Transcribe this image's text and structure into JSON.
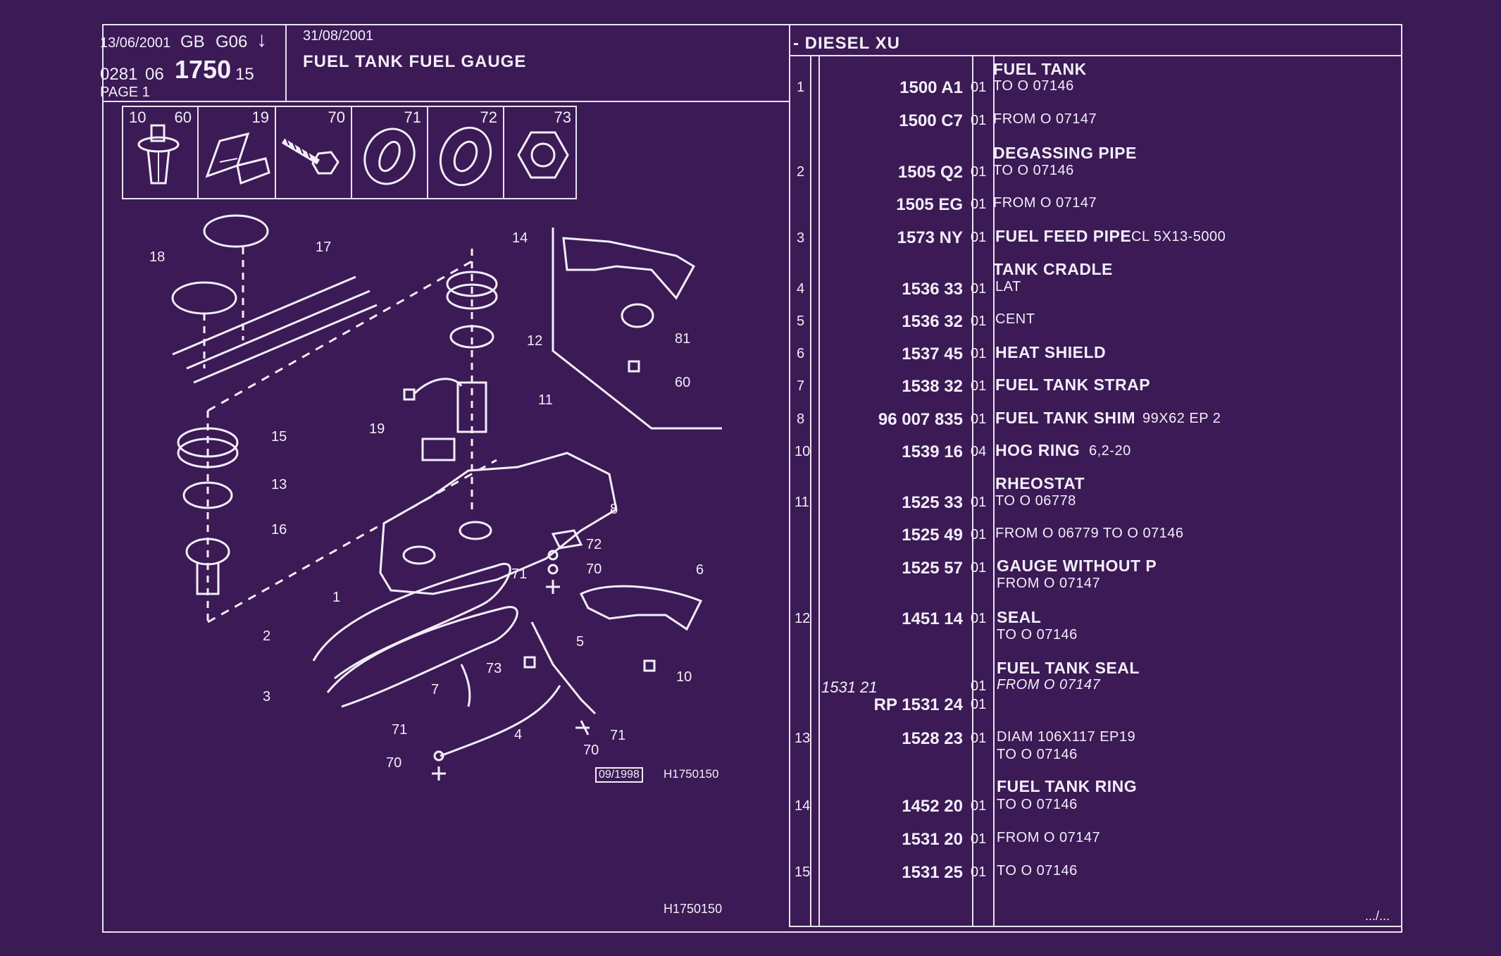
{
  "header": {
    "date1": "13/06/2001",
    "lang": "GB",
    "group": "G06",
    "arrow": "↓",
    "code_a": "0281",
    "code_b": "06",
    "plate": "1750",
    "code_c": "15",
    "page": "PAGE  1",
    "date2": "31/08/2001",
    "title": "FUEL TANK FUEL GAUGE",
    "section": "- DIESEL XU"
  },
  "icons": [
    {
      "label": "10",
      "label2": "60",
      "icon": "push-rivet-icon"
    },
    {
      "label": "19",
      "icon": "clip-icon"
    },
    {
      "label": "70",
      "icon": "screw-icon"
    },
    {
      "label": "71",
      "icon": "washer-icon"
    },
    {
      "label": "72",
      "icon": "washer-icon"
    },
    {
      "label": "73",
      "icon": "nut-icon"
    }
  ],
  "diagram_labels": [
    "17",
    "18",
    "14",
    "12",
    "81",
    "60",
    "11",
    "19",
    "15",
    "13",
    "16",
    "8",
    "72",
    "71",
    "70",
    "6",
    "1",
    "2",
    "3",
    "5",
    "73",
    "7",
    "10",
    "4",
    "71",
    "70",
    "71",
    "70"
  ],
  "diagram_stamp": "09/1998",
  "diagram_code": "H1750150",
  "footer_code": "H1750150",
  "footer_more": ".../...",
  "rows": [
    {
      "item": "1",
      "ref": "1500 A1",
      "qty": "01",
      "title": "FUEL TANK",
      "note": "TO  O  07146"
    },
    {
      "item": "",
      "ref": "1500 C7",
      "qty": "01",
      "title": "",
      "note": "FROM  O  07147"
    },
    {
      "item": "2",
      "ref": "1505 Q2",
      "qty": "01",
      "title": "DEGASSING PIPE",
      "note": "TO  O  07146"
    },
    {
      "item": "",
      "ref": "1505 EG",
      "qty": "01",
      "title": "",
      "note": "FROM  O  07147"
    },
    {
      "item": "3",
      "ref": "1573 NY",
      "qty": "01",
      "title": "FUEL FEED PIPE",
      "note": "CL 5X13-5000"
    },
    {
      "item": "4",
      "ref": "1536 33",
      "qty": "01",
      "title": "TANK CRADLE",
      "note": "LAT"
    },
    {
      "item": "5",
      "ref": "1536 32",
      "qty": "01",
      "title": "",
      "note": "CENT"
    },
    {
      "item": "6",
      "ref": "1537 45",
      "qty": "01",
      "title": "HEAT SHIELD",
      "note": ""
    },
    {
      "item": "7",
      "ref": "1538 32",
      "qty": "01",
      "title": "FUEL TANK STRAP",
      "note": ""
    },
    {
      "item": "8",
      "ref": "96 007 835",
      "qty": "01",
      "title": "FUEL TANK SHIM",
      "note": "99X62 EP 2"
    },
    {
      "item": "10",
      "ref": "1539 16",
      "qty": "04",
      "title": "HOG RING",
      "note": "6,2-20"
    },
    {
      "item": "11",
      "ref": "1525 33",
      "qty": "01",
      "title": "RHEOSTAT",
      "note": "TO  O  06778"
    },
    {
      "item": "",
      "ref": "1525 49",
      "qty": "01",
      "title": "",
      "note": "FROM  O  06779  TO  O  07146"
    },
    {
      "item": "",
      "ref": "1525 57",
      "qty": "01",
      "title": "GAUGE WITHOUT P",
      "note": "FROM  O  07147"
    },
    {
      "item": "12",
      "ref": "1451 14",
      "qty": "01",
      "title": "SEAL",
      "note": "TO  O  07146"
    },
    {
      "item": "",
      "ref": "1531 21",
      "qty": "01",
      "title": "FUEL TANK SEAL",
      "note": "FROM  O  07147"
    },
    {
      "item": "",
      "ref": "RP  1531 24",
      "qty": "01",
      "title": "",
      "note": ""
    },
    {
      "item": "13",
      "ref": "1528 23",
      "qty": "01",
      "title": "",
      "note": "DIAM 106X117 EP19"
    },
    {
      "item": "",
      "ref": "",
      "qty": "",
      "title": "",
      "note": "TO  O  07146"
    },
    {
      "item": "14",
      "ref": "1452 20",
      "qty": "01",
      "title": "FUEL TANK RING",
      "note": "TO  O  07146"
    },
    {
      "item": "",
      "ref": "1531 20",
      "qty": "01",
      "title": "",
      "note": "FROM  O  07147"
    },
    {
      "item": "15",
      "ref": "1531 25",
      "qty": "01",
      "title": "",
      "note": "TO  O  07146"
    }
  ]
}
